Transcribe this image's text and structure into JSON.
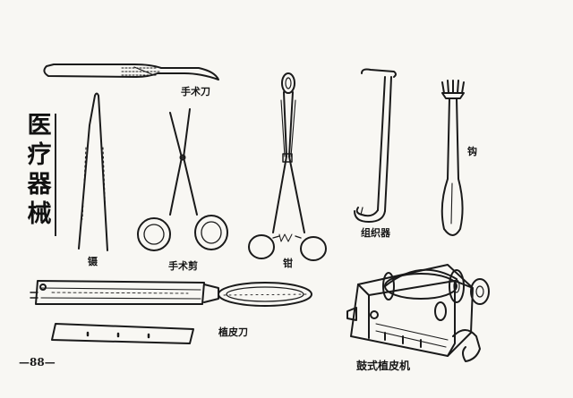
{
  "title_chars": [
    "医",
    "疗",
    "器",
    "械"
  ],
  "labels": {
    "scalpel": "手术刀",
    "tweezers": "镊",
    "scissors": "手术剪",
    "forceps": "钳",
    "tissue_instrument": "组织器",
    "hook": "钩",
    "skin_graft_knife": "植皮刀",
    "drum_dermatome": "鼓式植皮机"
  },
  "page_number": "—88—"
}
